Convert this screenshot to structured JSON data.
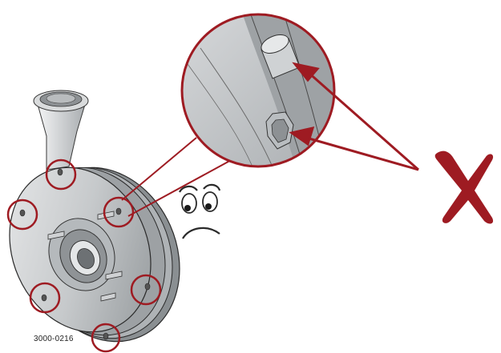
{
  "figure": {
    "reference_code": "3000-0216"
  },
  "colors": {
    "highlight_red": "#9e1b22",
    "part_gray": "#c9ccce",
    "outline": "#2a2a2a"
  },
  "icons": [
    "pump-housing",
    "detail-magnifier",
    "bolt-hole-markers",
    "worried-face-icon",
    "cross-mark-icon",
    "pointer-arrows"
  ]
}
